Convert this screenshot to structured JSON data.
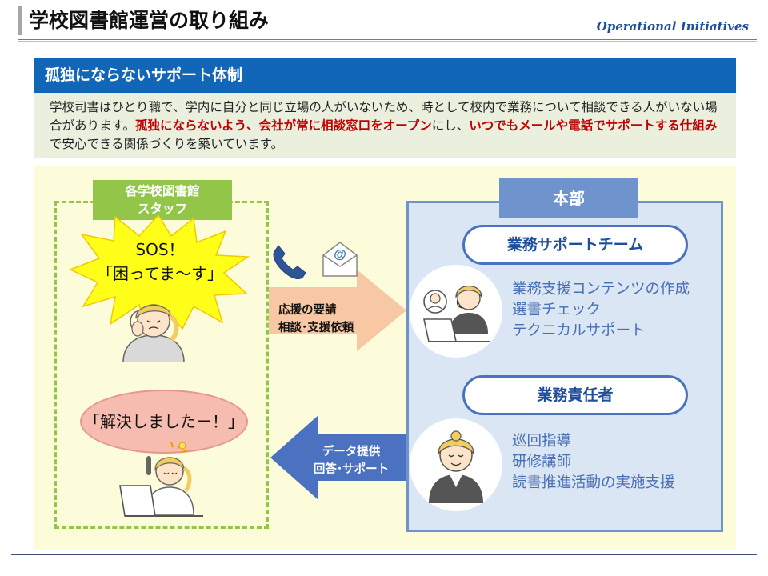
{
  "header": {
    "title": "学校図書館運営の取り組み",
    "subtitle": "Operational Initiatives"
  },
  "section": {
    "heading": "孤独にならないサポート体制"
  },
  "intro": {
    "part1": "学校司書はひとり職で、学内に自分と同じ立場の人がいないため、時として校内で業務について相談できる人がいない場合があります。",
    "highlight1": "孤独にならないよう、会社が常に相談窓口をオープン",
    "part2": "にし、",
    "highlight2": "いつでもメールや電話でサポートする仕組み",
    "part3": "で安心できる関係づくりを築いています。"
  },
  "staff": {
    "label_line1": "各学校図書館",
    "label_line2": "スタッフ",
    "sos_line1": "SOS！",
    "sos_line2": "「困ってま～す」",
    "solved": "「解決しましたー！」"
  },
  "arrows": {
    "request_line1": "応援の要請",
    "request_line2": "相談･支援依頼",
    "response_line1": "データ提供",
    "response_line2": "回答･サポート",
    "phone_icon": "phone-icon",
    "mail_icon": "mail-icon"
  },
  "hq": {
    "label": "本部",
    "support_team": {
      "title": "業務サポートチーム",
      "duties": [
        "業務支援コンテンツの作成",
        "選書チェック",
        "テクニカルサポート"
      ]
    },
    "manager": {
      "title": "業務責任者",
      "duties": [
        "巡回指導",
        "研修講師",
        "読書推進活動の実施支援"
      ]
    }
  },
  "colors": {
    "heading_bg": "#1166b8",
    "highlight": "#c00000",
    "staff_green": "#92c548",
    "hq_blue": "#6f93cc",
    "hq_bg": "#dae6f3",
    "diagram_bg": "#fcfcda",
    "request_arrow": "#f8c7a3",
    "response_arrow": "#4a72c0"
  }
}
